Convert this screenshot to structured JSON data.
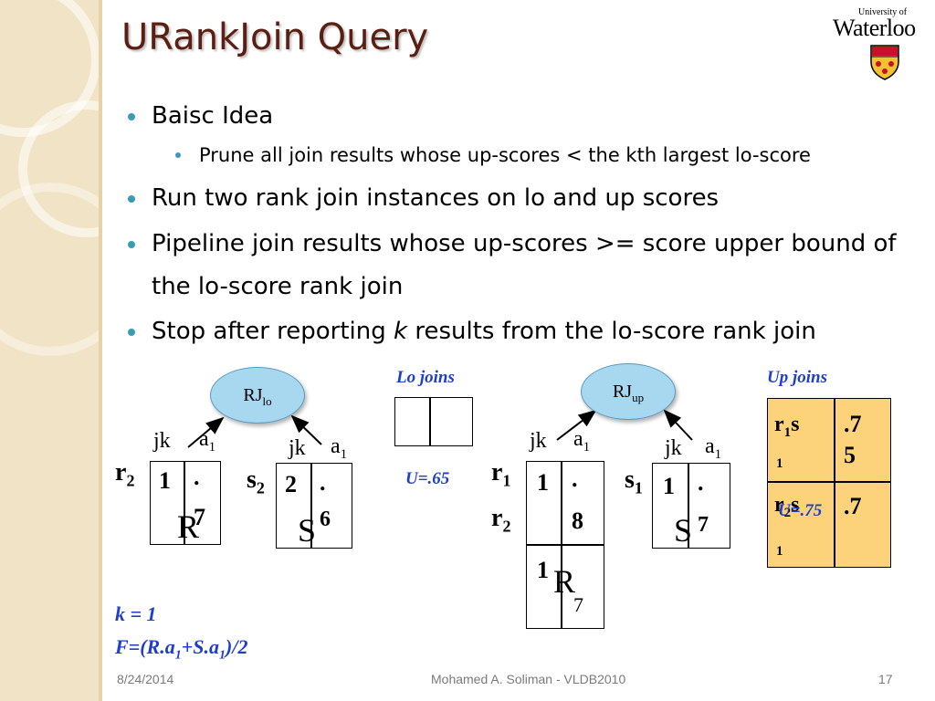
{
  "slide": {
    "title": "URankJoin Query",
    "logo": {
      "small_text": "University of",
      "big_text": "Waterloo"
    },
    "bullets": {
      "b1": "Baisc Idea",
      "b1_sub": "Prune all join results whose up-scores < the kth largest lo-score",
      "b2": "Run two rank join instances on lo and up scores",
      "b3": "Pipeline join results whose up-scores >= score upper bound of the lo-score rank join",
      "b4_pre": "Stop after reporting ",
      "b4_k": "k",
      "b4_post": " results from the lo-score rank join"
    },
    "diagram": {
      "rj_lo": {
        "base": "RJ",
        "sub": "lo"
      },
      "rj_up": {
        "base": "RJ",
        "sub": "up"
      },
      "lo_joins_label": "Lo joins",
      "up_joins_label": "Up joins",
      "u_lo": "U=.65",
      "u_up": "U=.75",
      "jk": "jk",
      "a": "a",
      "one": "1",
      "two": "2",
      "dot": ".",
      "r_label": "r",
      "s_label": "s",
      "R": "R",
      "S": "S",
      "left_R": {
        "jk": "1",
        "a_digit": "7"
      },
      "left_S": {
        "jk": "2",
        "a_digit": "6"
      },
      "right_R": {
        "row1_jk": "1",
        "row1_a": "8",
        "row2_jk": "1",
        "row2_a": "7"
      },
      "right_S": {
        "jk": "1",
        "a_digit": "7"
      },
      "up_rows": [
        {
          "r": "r",
          "s": "s",
          "val1": ".7",
          "val2": "5"
        },
        {
          "r": "r",
          "s": "s",
          "val1": ".7"
        }
      ],
      "k_line": "k = 1",
      "f_line_pre": "F=(R.a",
      "f_line_mid": "+S.a",
      "f_line_post": ")/2"
    },
    "footer": {
      "date": "8/24/2014",
      "author": "Mohamed A. Soliman - VLDB2010",
      "page": "17"
    }
  }
}
